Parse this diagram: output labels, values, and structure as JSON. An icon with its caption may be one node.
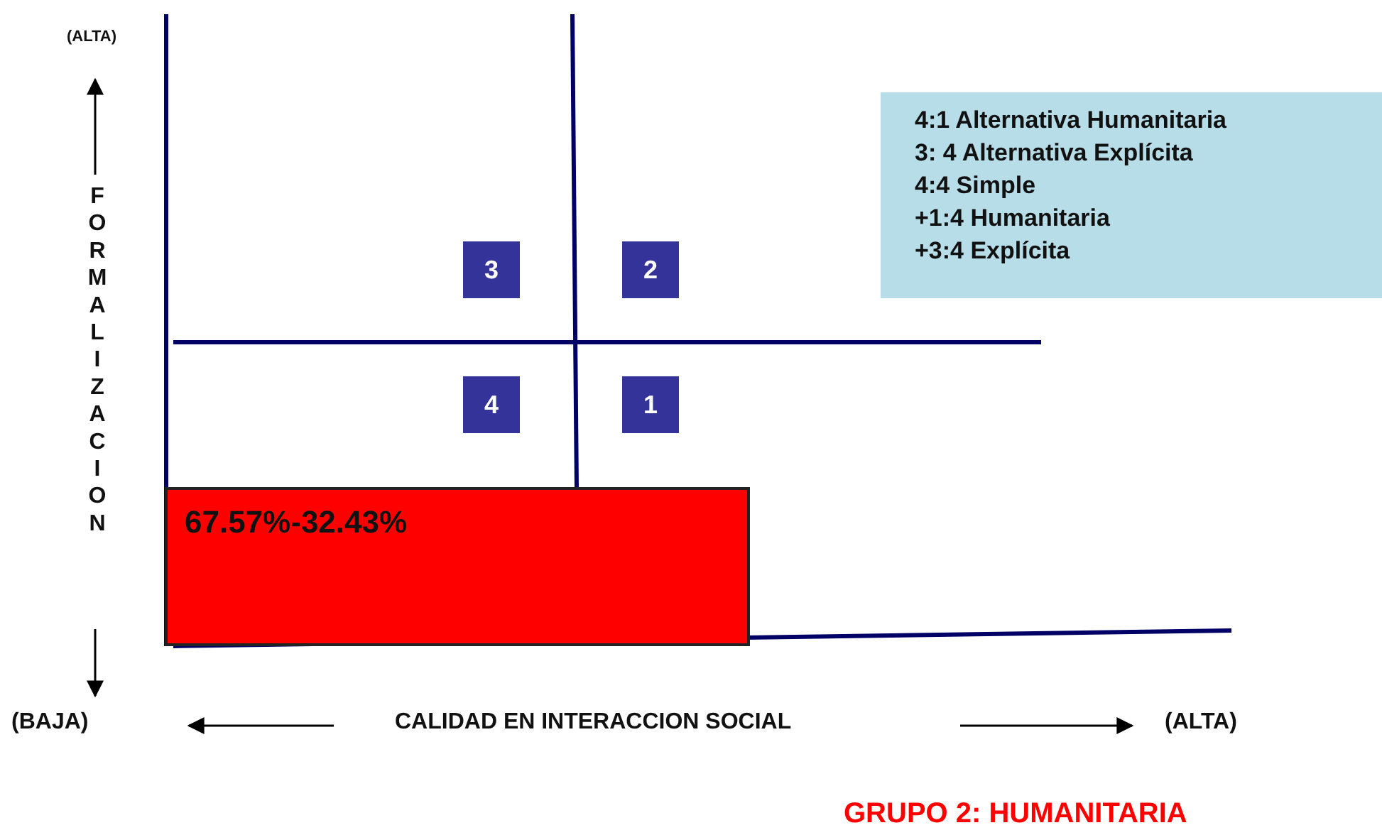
{
  "diagram": {
    "caption": "GRUPO 2: HUMANITARIA",
    "nodes": [
      {
        "text": [
          "3"
        ]
      },
      {
        "text": [
          "2"
        ]
      },
      {
        "text": [
          "4"
        ]
      },
      {
        "text": [
          "1"
        ]
      },
      {
        "text": [
          "67.57%-32.43%"
        ]
      },
      {
        "text": [
          "4:1 Alternativa Humanitaria",
          "3: 4 Alternativa Explícita",
          "4:4 Simple",
          "+1:4 Humanitaria",
          "+3:4 Explícita"
        ]
      }
    ],
    "labels": [
      "(ALTA)",
      "FORMALIZACION",
      "(BAJA)",
      "CALIDAD EN INTERACCION SOCIAL",
      "(ALTA)"
    ]
  }
}
